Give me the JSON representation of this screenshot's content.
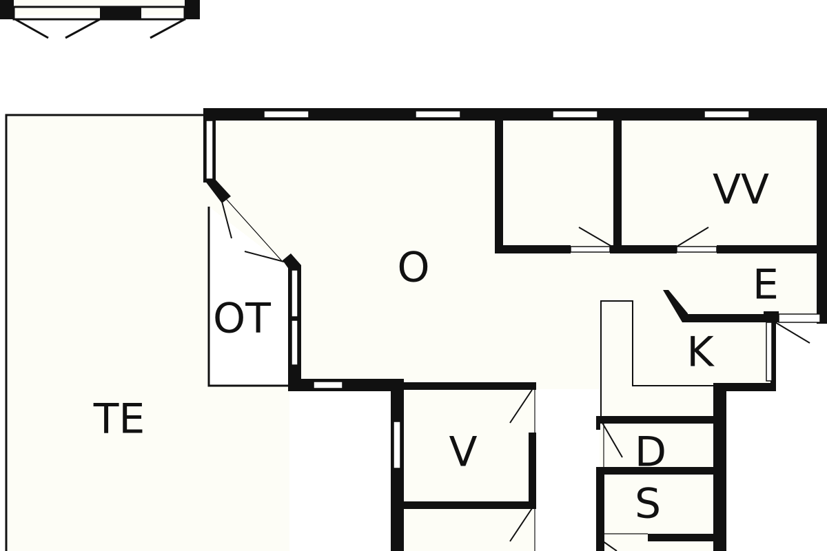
{
  "floor_plan": {
    "rooms": [
      {
        "key": "te",
        "label": "TE"
      },
      {
        "key": "ot",
        "label": "OT"
      },
      {
        "key": "o",
        "label": "O"
      },
      {
        "key": "vv",
        "label": "VV"
      },
      {
        "key": "e",
        "label": "E"
      },
      {
        "key": "k",
        "label": "K"
      },
      {
        "key": "v",
        "label": "V"
      },
      {
        "key": "d",
        "label": "D"
      },
      {
        "key": "s",
        "label": "S"
      }
    ],
    "colors": {
      "wall": "#111111",
      "floor": "#fdfdf6",
      "window": "#ffffff",
      "background": "#ffffff"
    }
  }
}
